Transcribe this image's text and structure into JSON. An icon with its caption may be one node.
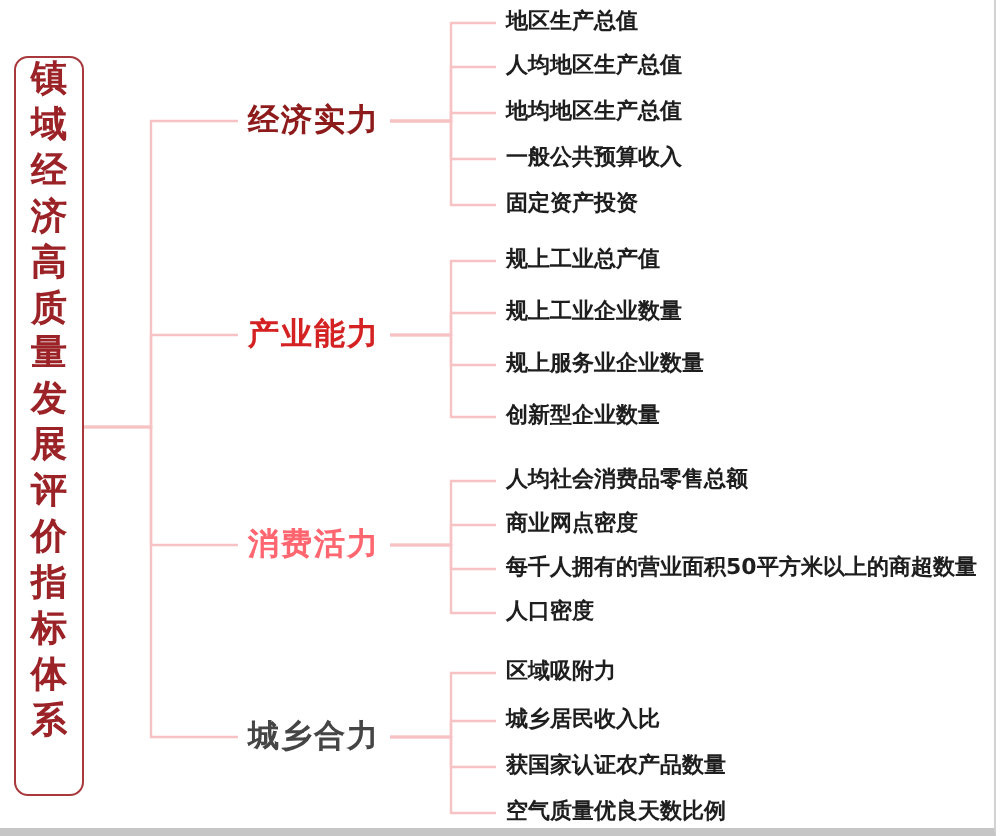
{
  "diagram": {
    "nodes": [
      {
        "text": [
          "镇域经济高质量发展评价指标体系"
        ]
      },
      {
        "text": [
          "经济实力"
        ]
      },
      {
        "text": [
          "地区生产总值"
        ]
      },
      {
        "text": [
          "人均地区生产总值"
        ]
      },
      {
        "text": [
          "地均地区生产总值"
        ]
      },
      {
        "text": [
          "一般公共预算收入"
        ]
      },
      {
        "text": [
          "固定资产投资"
        ]
      },
      {
        "text": [
          "产业能力"
        ]
      },
      {
        "text": [
          "规上工业总产值"
        ]
      },
      {
        "text": [
          "规上工业企业数量"
        ]
      },
      {
        "text": [
          "规上服务业企业数量"
        ]
      },
      {
        "text": [
          "创新型企业数量"
        ]
      },
      {
        "text": [
          "消费活力"
        ]
      },
      {
        "text": [
          "人均社会消费品零售总额"
        ]
      },
      {
        "text": [
          "商业网点密度"
        ]
      },
      {
        "text": [
          "每千人拥有的营业面积50平方米以上的商超数量"
        ]
      },
      {
        "text": [
          "人口密度"
        ]
      },
      {
        "text": [
          "城乡合力"
        ]
      },
      {
        "text": [
          "区域吸附力"
        ]
      },
      {
        "text": [
          "城乡居民收入比"
        ]
      },
      {
        "text": [
          "获国家认证农产品数量"
        ]
      },
      {
        "text": [
          "空气质量优良天数比例"
        ]
      }
    ],
    "edges": [
      {
        "from": 0,
        "to": 1,
        "arrow": "none"
      },
      {
        "from": 0,
        "to": 7,
        "arrow": "none"
      },
      {
        "from": 0,
        "to": 12,
        "arrow": "none"
      },
      {
        "from": 0,
        "to": 17,
        "arrow": "none"
      },
      {
        "from": 1,
        "to": 2,
        "arrow": "none"
      },
      {
        "from": 1,
        "to": 3,
        "arrow": "none"
      },
      {
        "from": 1,
        "to": 4,
        "arrow": "none"
      },
      {
        "from": 1,
        "to": 5,
        "arrow": "none"
      },
      {
        "from": 1,
        "to": 6,
        "arrow": "none"
      },
      {
        "from": 7,
        "to": 8,
        "arrow": "none"
      },
      {
        "from": 7,
        "to": 9,
        "arrow": "none"
      },
      {
        "from": 7,
        "to": 10,
        "arrow": "none"
      },
      {
        "from": 7,
        "to": 11,
        "arrow": "none"
      },
      {
        "from": 12,
        "to": 13,
        "arrow": "none"
      },
      {
        "from": 12,
        "to": 14,
        "arrow": "none"
      },
      {
        "from": 12,
        "to": 15,
        "arrow": "none"
      },
      {
        "from": 12,
        "to": 16,
        "arrow": "none"
      },
      {
        "from": 17,
        "to": 18,
        "arrow": "none"
      },
      {
        "from": 17,
        "to": 19,
        "arrow": "none"
      },
      {
        "from": 17,
        "to": 20,
        "arrow": "none"
      },
      {
        "from": 17,
        "to": 21,
        "arrow": "none"
      }
    ]
  }
}
